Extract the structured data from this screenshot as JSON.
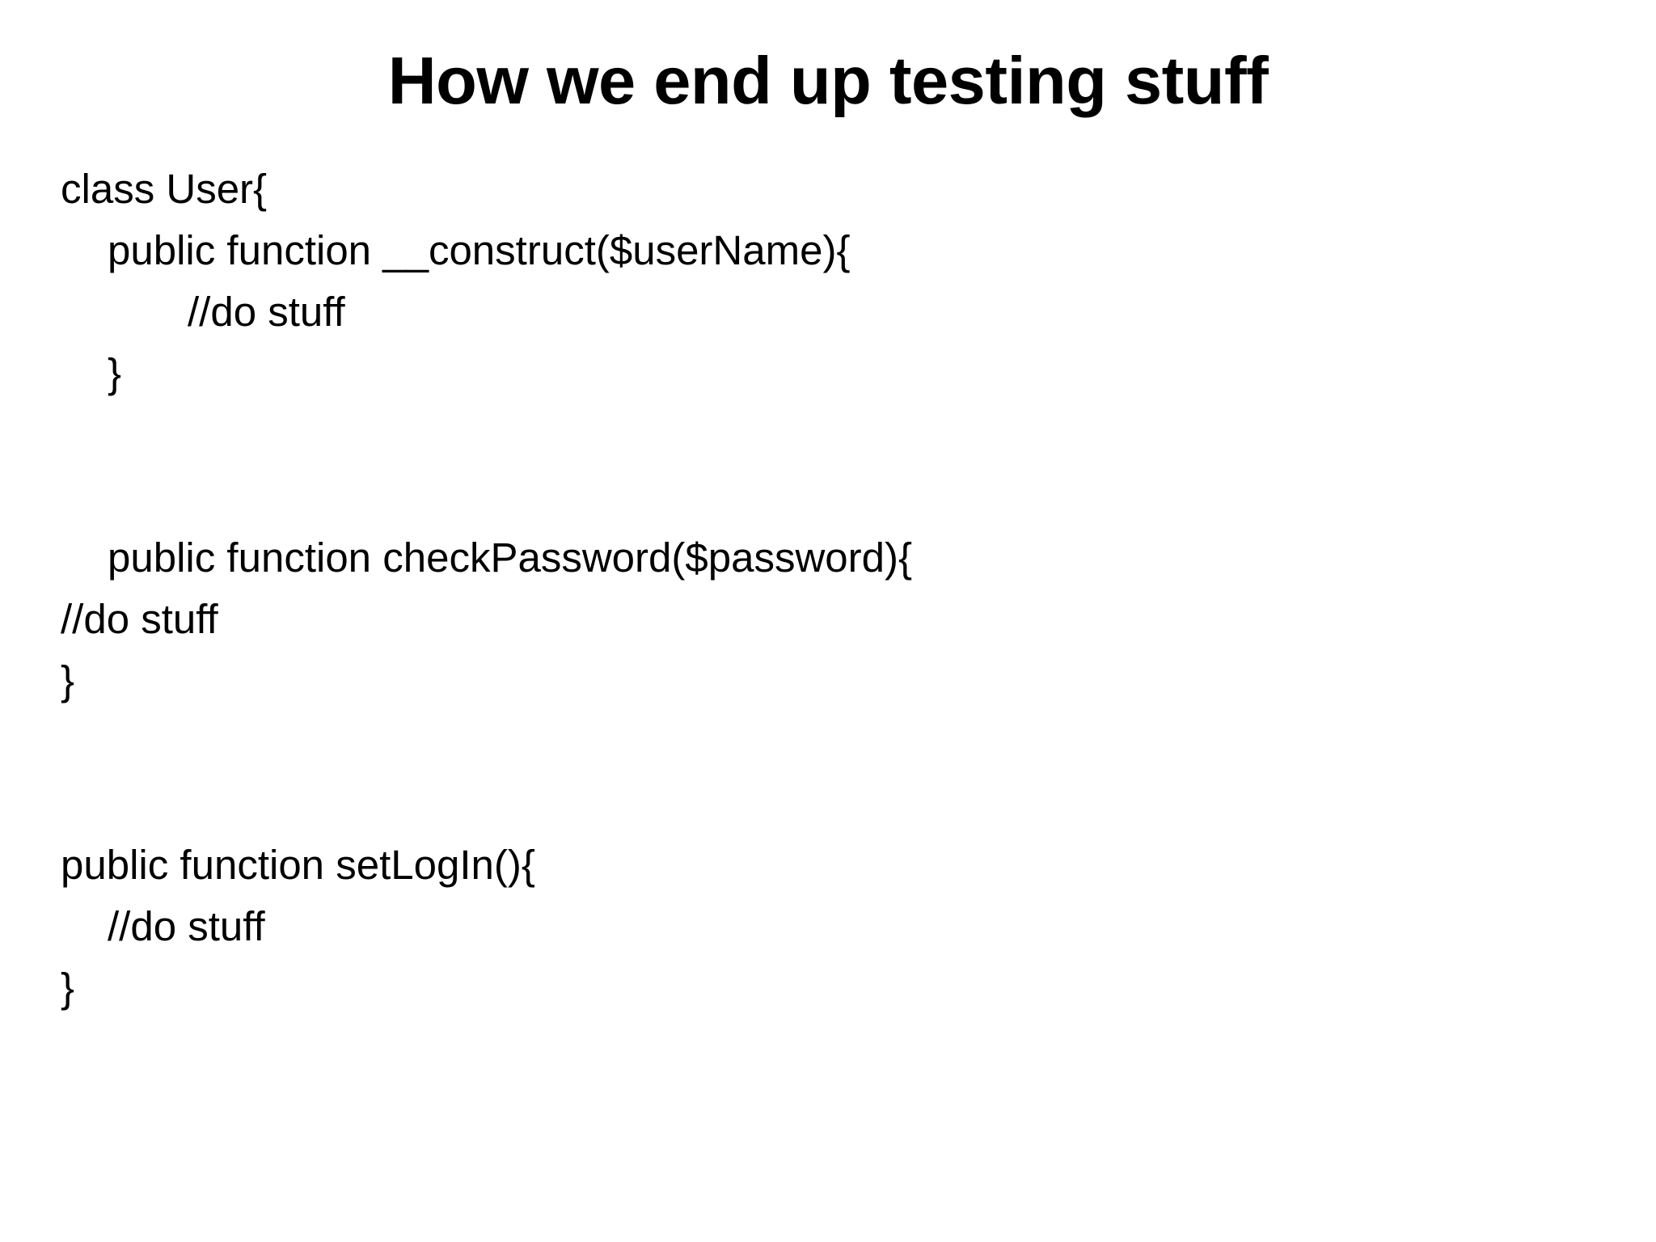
{
  "slide": {
    "background_color": "#ffffff",
    "text_color": "#000000",
    "title": "How we end up testing stuff",
    "code_lines": [
      {
        "text": "class User{",
        "indent": 0
      },
      {
        "text": "public function __construct($userName){",
        "indent": 1
      },
      {
        "text": "//do stuff",
        "indent": 2
      },
      {
        "text": "}",
        "indent": 1
      },
      {
        "text": "",
        "indent": 0
      },
      {
        "text": "",
        "indent": 0
      },
      {
        "text": "public function checkPassword($password){",
        "indent": 1
      },
      {
        "text": "//do stuff",
        "indent": 0
      },
      {
        "text": "}",
        "indent": 0
      },
      {
        "text": "",
        "indent": 0
      },
      {
        "text": "",
        "indent": 0
      },
      {
        "text": "public function setLogIn(){",
        "indent": 0
      },
      {
        "text": "//do stuff",
        "indent": 1
      },
      {
        "text": "}",
        "indent": 0
      }
    ]
  }
}
